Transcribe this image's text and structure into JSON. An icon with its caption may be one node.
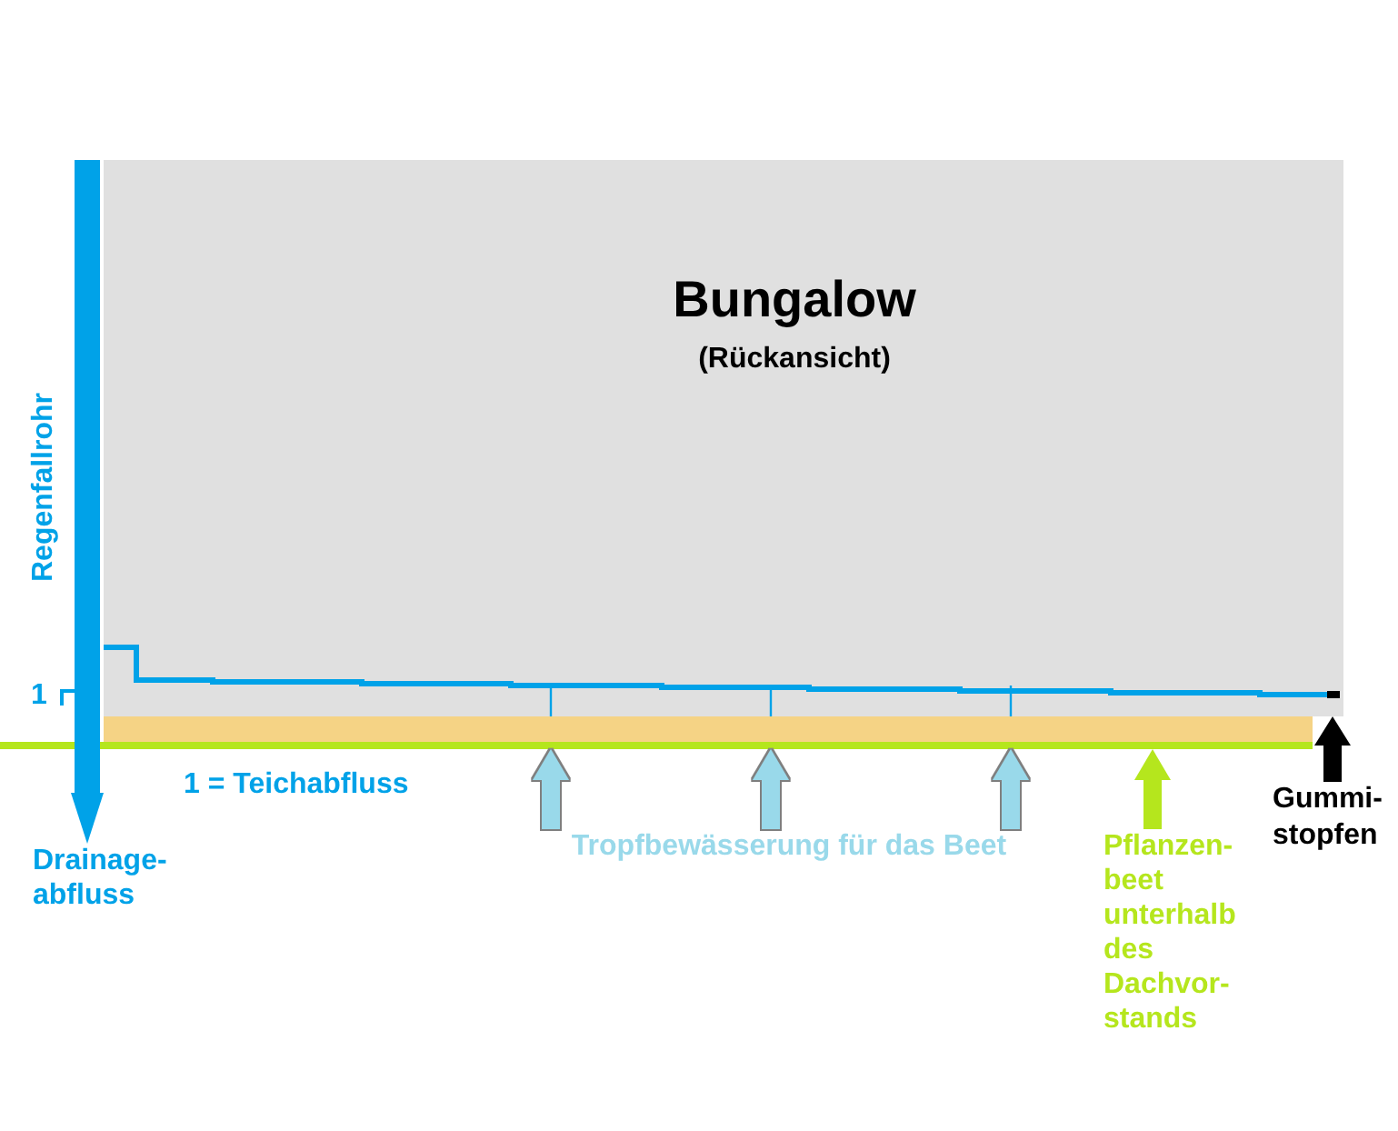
{
  "diagram": {
    "nodes": [
      {
        "text": [
          "Bungalow",
          "(Rückansicht)"
        ]
      },
      {
        "text": [],
        "shape": "picture",
        "in": 0
      },
      {
        "text": [
          "1"
        ]
      },
      {
        "text": [],
        "shape": "bar"
      },
      {
        "text": [
          "Drainage- abfluss"
        ]
      },
      {
        "text": [
          "Tropfbewässerung für das Beet"
        ]
      },
      {
        "text": [
          "Pflanzen- beet unterhalb des Dachvor- stands"
        ]
      },
      {
        "text": [
          "Gummi- stopfen"
        ]
      }
    ],
    "edges": [
      {
        "from": 0,
        "to": 4,
        "arrow": "to",
        "label": "Regenfallrohr",
        "color": "#00a2e8"
      },
      {
        "from": 2,
        "to": null,
        "arrow": "none",
        "color": "#00a2e8"
      },
      {
        "from": 5,
        "to": 3,
        "arrow": "to"
      },
      {
        "from": 5,
        "to": 3,
        "arrow": "to"
      },
      {
        "from": 5,
        "to": 3,
        "arrow": "to"
      },
      {
        "from": 6,
        "to": 3,
        "arrow": "to",
        "color": "#b5e61d"
      },
      {
        "from": 7,
        "to": 1,
        "arrow": "to",
        "color": "#000000"
      }
    ],
    "labels": [
      "1 = Teichabfluss"
    ]
  }
}
